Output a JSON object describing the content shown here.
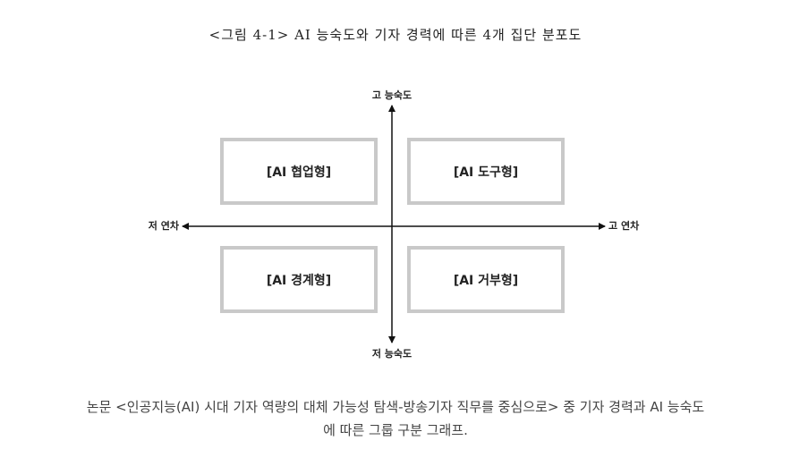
{
  "figure": {
    "title": "<그림 4-1> AI 능숙도와 기자 경력에 따른 4개 집단 분포도"
  },
  "axes": {
    "top_label": "고 능숙도",
    "bottom_label": "저 능숙도",
    "left_label": "저 연차",
    "right_label": "고 연차"
  },
  "quadrants": {
    "top_left": "[AI 협업형]",
    "top_right": "[AI 도구형]",
    "bottom_left": "[AI 경계형]",
    "bottom_right": "[AI 거부형]"
  },
  "caption": {
    "line1": "논문 <인공지능(AI) 시대 기자 역량의 대체 가능성 탐색-방송기자 직무를 중심으로> 중 기자 경력과 AI 능숙도",
    "line2": "에 따른 그룹 구분 그래프."
  },
  "colors": {
    "box_border": "#c9c9c9",
    "axis": "#111111",
    "caption_text": "#444444"
  }
}
